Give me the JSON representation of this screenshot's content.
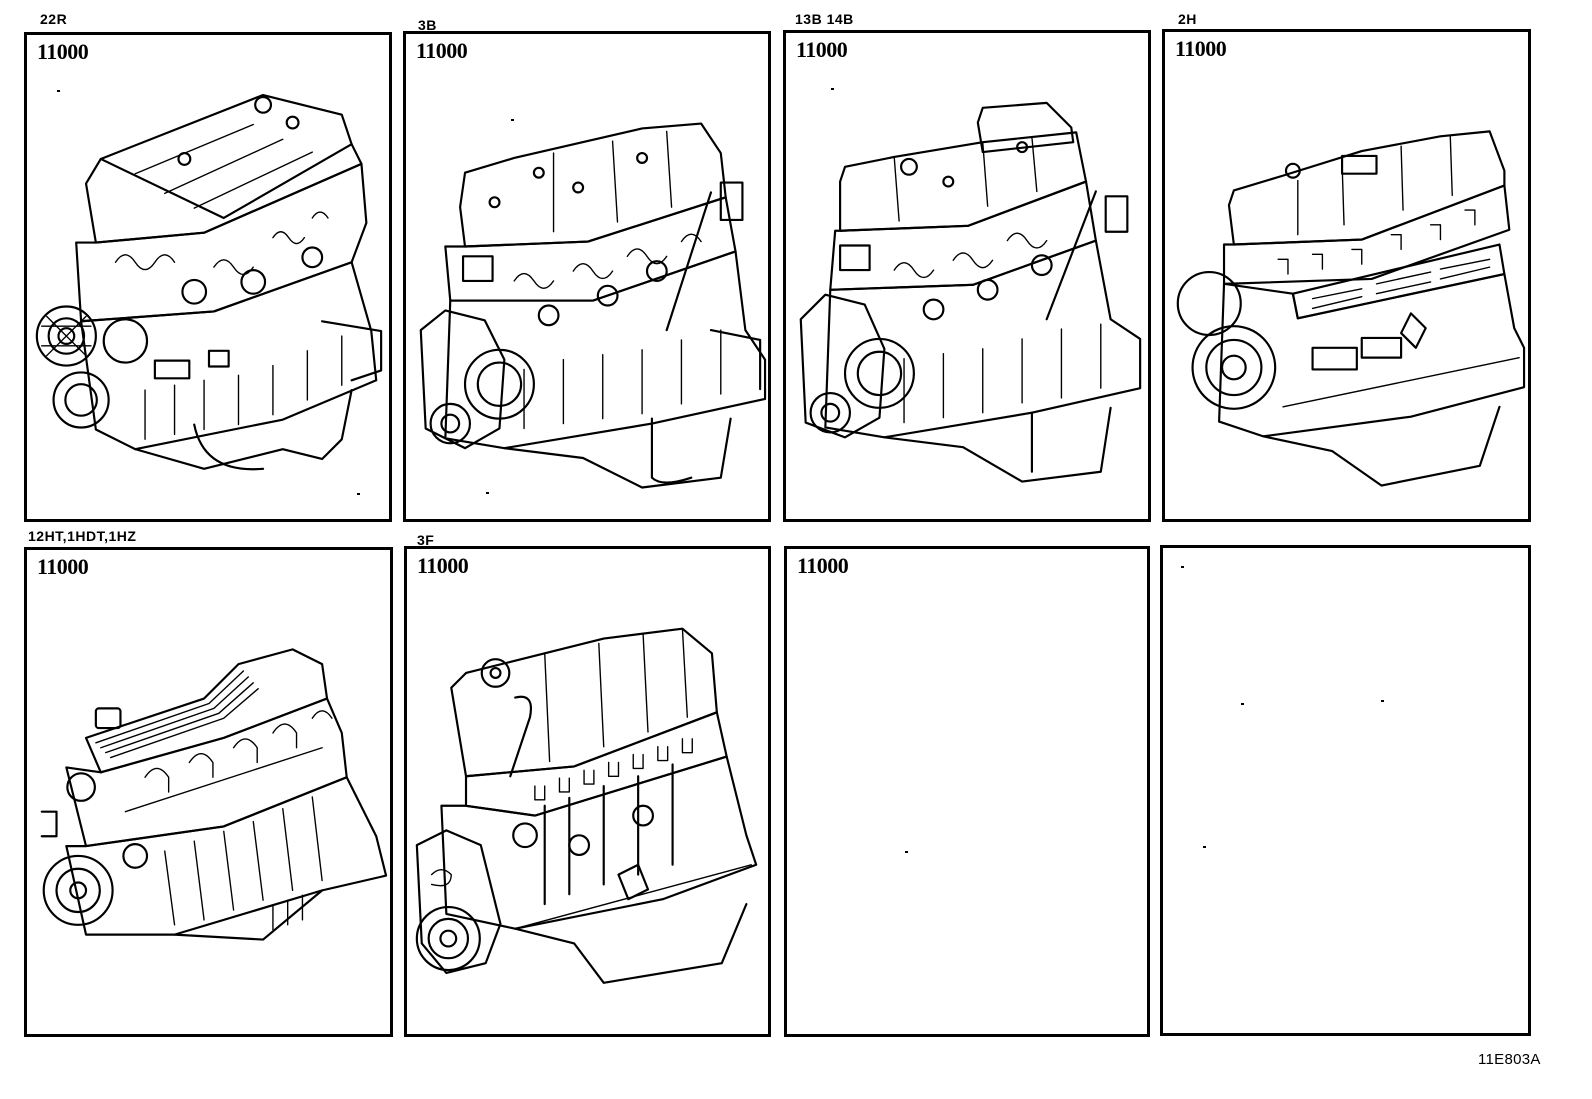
{
  "figure": {
    "id": "11E803A",
    "panels": [
      {
        "engine_label": "22R",
        "part_number": "11000",
        "has_illustration": true,
        "illustration": "engine-assembly-22r"
      },
      {
        "engine_label": "3B",
        "part_number": "11000",
        "has_illustration": true,
        "illustration": "engine-assembly-3b"
      },
      {
        "engine_label": "13B 14B",
        "part_number": "11000",
        "has_illustration": true,
        "illustration": "engine-assembly-13b-14b"
      },
      {
        "engine_label": "2H",
        "part_number": "11000",
        "has_illustration": true,
        "illustration": "engine-assembly-2h"
      },
      {
        "engine_label": "12HT,1HDT,1HZ",
        "part_number": "11000",
        "has_illustration": true,
        "illustration": "engine-assembly-12ht-1hdt-1hz"
      },
      {
        "engine_label": "3F",
        "part_number": "11000",
        "has_illustration": true,
        "illustration": "engine-assembly-3f"
      },
      {
        "engine_label": "",
        "part_number": "11000",
        "has_illustration": false
      },
      {
        "engine_label": "",
        "part_number": "",
        "has_illustration": false
      }
    ]
  },
  "colors": {
    "ink": "#000000",
    "paper": "#ffffff"
  }
}
